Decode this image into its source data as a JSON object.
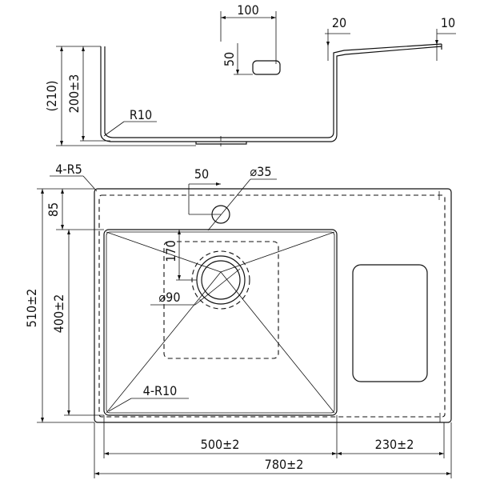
{
  "side_view": {
    "top_width": "100",
    "outlet_height": "50",
    "step_20": "20",
    "step_10": "10",
    "depth_total": "(210)",
    "depth_bowl": "200±3",
    "radius_bottom": "R10"
  },
  "top_view": {
    "corner_radius": "4-R5",
    "tap_hole_offset": "50",
    "tap_hole_diameter": "⌀35",
    "top_margin": "85",
    "height_total": "510±2",
    "height_bowl": "400±2",
    "drain_offset": "170",
    "drain_diameter": "⌀90",
    "bowl_corner_radius": "4-R10",
    "width_bowl": "500±2",
    "width_drainboard": "230±2",
    "width_total": "780±2"
  }
}
